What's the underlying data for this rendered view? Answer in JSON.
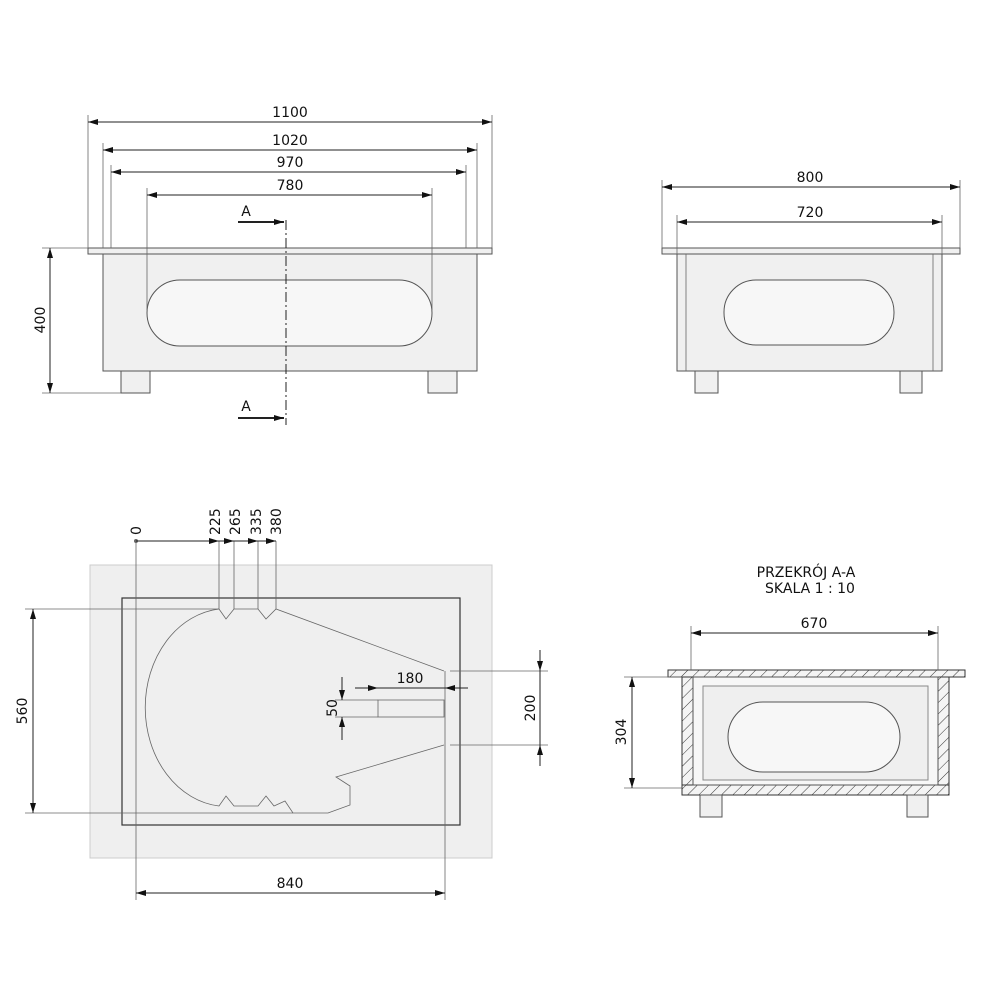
{
  "front_view": {
    "dims": {
      "overall": "1100",
      "body": "1020",
      "inner": "970",
      "opening": "780",
      "height": "400"
    },
    "section_mark": "A"
  },
  "side_view": {
    "dims": {
      "overall": "800",
      "body": "720"
    }
  },
  "plan_view": {
    "dims": {
      "origin": "0",
      "d1": "225",
      "d2": "265",
      "d3": "335",
      "d4": "380",
      "length": "840",
      "width": "560",
      "slot_len": "180",
      "slot_w": "50",
      "end_w": "200"
    }
  },
  "section_view": {
    "title": "PRZEKRÓJ A-A",
    "scale": "SKALA 1 : 10",
    "dims": {
      "inner_w": "670",
      "height": "304"
    }
  }
}
